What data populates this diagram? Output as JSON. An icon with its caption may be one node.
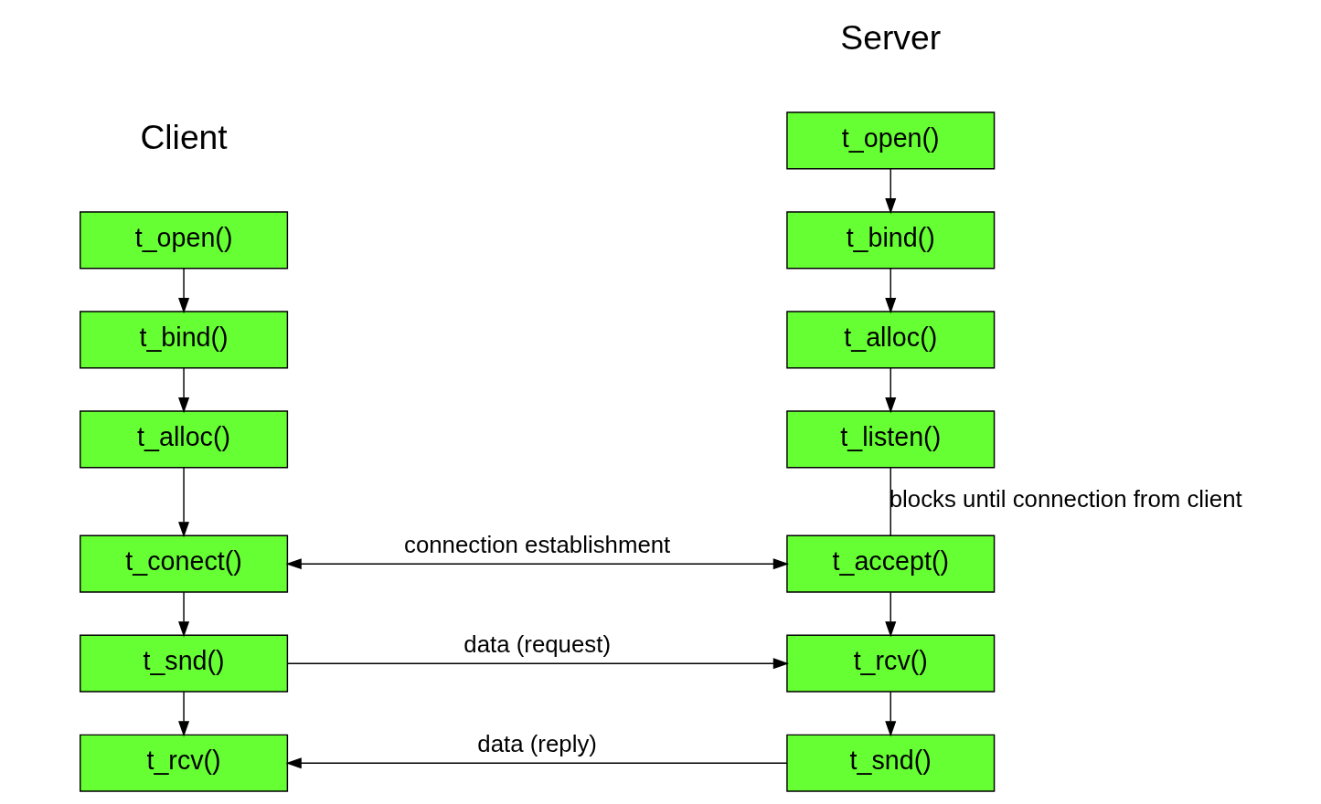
{
  "diagram": {
    "nodes": [
      {
        "text": [
          "t_open()"
        ]
      },
      {
        "text": [
          "t_bind()"
        ]
      },
      {
        "text": [
          "t_alloc()"
        ]
      },
      {
        "text": [
          "t_listen()"
        ]
      },
      {
        "text": [
          "t_accept()"
        ]
      },
      {
        "text": [
          "t_rcv()"
        ]
      },
      {
        "text": [
          "t_snd()"
        ]
      },
      {
        "text": [
          "t_open()"
        ]
      },
      {
        "text": [
          "t_bind()"
        ]
      },
      {
        "text": [
          "t_alloc()"
        ]
      },
      {
        "text": [
          "t_conect()"
        ]
      },
      {
        "text": [
          "t_snd()"
        ]
      },
      {
        "text": [
          "t_rcv()"
        ]
      }
    ],
    "edges": [
      {
        "from": 0,
        "to": 1,
        "arrow": "to"
      },
      {
        "from": 1,
        "to": 2,
        "arrow": "to"
      },
      {
        "from": 2,
        "to": 3,
        "arrow": "to"
      },
      {
        "from": 3,
        "to": 4,
        "arrow": "none",
        "label": "blocks until connection from client"
      },
      {
        "from": 4,
        "to": 5,
        "arrow": "to"
      },
      {
        "from": 5,
        "to": 6,
        "arrow": "to"
      },
      {
        "from": 7,
        "to": 8,
        "arrow": "to"
      },
      {
        "from": 8,
        "to": 9,
        "arrow": "to"
      },
      {
        "from": 9,
        "to": 10,
        "arrow": "to"
      },
      {
        "from": 10,
        "to": 11,
        "arrow": "to"
      },
      {
        "from": 11,
        "to": 12,
        "arrow": "to"
      },
      {
        "from": 10,
        "to": 4,
        "arrow": "both",
        "label": "connection establishment"
      },
      {
        "from": 11,
        "to": 5,
        "arrow": "to",
        "label": "data (request)"
      },
      {
        "from": 6,
        "to": 12,
        "arrow": "to",
        "label": "data (reply)"
      }
    ],
    "labels": [
      "Server",
      "Client"
    ]
  }
}
